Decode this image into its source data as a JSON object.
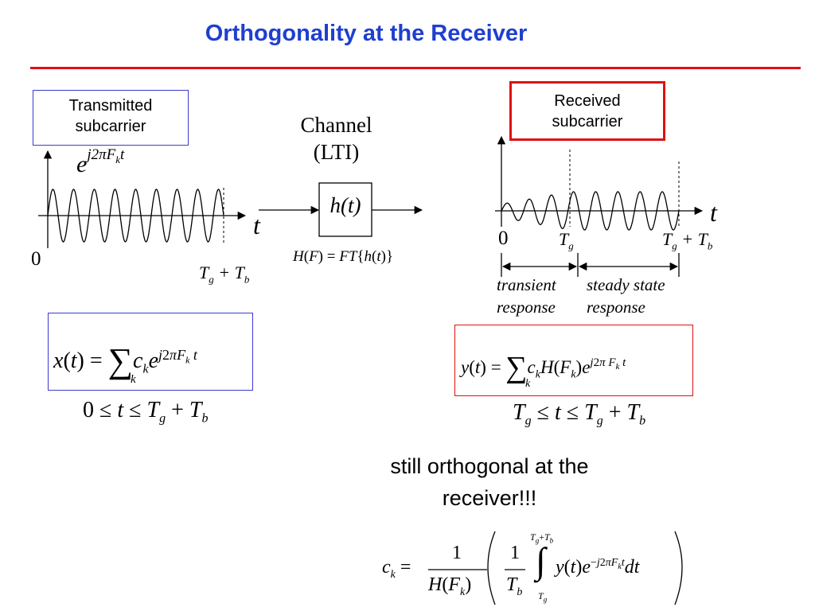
{
  "title": "Orthogonality at the Receiver",
  "transmitted_label": [
    "Transmitted",
    "subcarrier"
  ],
  "received_label": [
    "Received",
    "subcarrier"
  ],
  "channel_label": [
    "Channel",
    "(LTI)"
  ],
  "channel_box": "h(t)",
  "channel_eq": "H(F) = FT{h(t)}",
  "tx_exponent": "e^{j2πF_k t}",
  "axis_t": "t",
  "zero": "0",
  "tx_end": "T_g + T_b",
  "rx_tg": "T_g",
  "rx_end": "T_g + T_b",
  "transient": [
    "transient",
    "response"
  ],
  "steady": [
    "steady state",
    "response"
  ],
  "tx_eq": "x(t) = Σ_k c_k e^{j2πF_k t}",
  "tx_range": "0 ≤ t ≤ T_g + T_b",
  "rx_eq": "y(t) = Σ_k c_k H(F_k) e^{j2π F_k t}",
  "rx_range": "T_g ≤ t ≤ T_g + T_b",
  "note": [
    "still orthogonal at the",
    "receiver!!!"
  ],
  "ck_eq": "c_k = 1/H(F_k) (1/T_b ∫_{T_g}^{T_g+T_b} y(t) e^{-j2πF_k t} dt)"
}
